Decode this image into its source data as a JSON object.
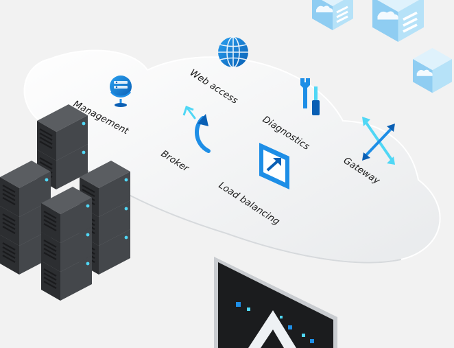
{
  "services": {
    "management": "Management",
    "web_access": "Web access",
    "diagnostics": "Diagnostics",
    "broker": "Broker",
    "load_balancing": "Load balancing",
    "gateway": "Gateway"
  },
  "icons": {
    "management": "globe-monitor-icon",
    "web_access": "globe-icon",
    "diagnostics": "tools-icon",
    "broker": "curved-arrow-icon",
    "load_balancing": "window-arrow-icon",
    "gateway": "cross-arrows-icon",
    "servers": "server-rack-icon",
    "monitor": "azure-monitor-icon",
    "cubes": "cloud-cube-icon"
  },
  "colors": {
    "accent_dark": "#0a5fb4",
    "accent": "#1e8ee6",
    "accent_light": "#50d7f5",
    "cube": "#9fd6f5",
    "server": "#3b3d40"
  }
}
